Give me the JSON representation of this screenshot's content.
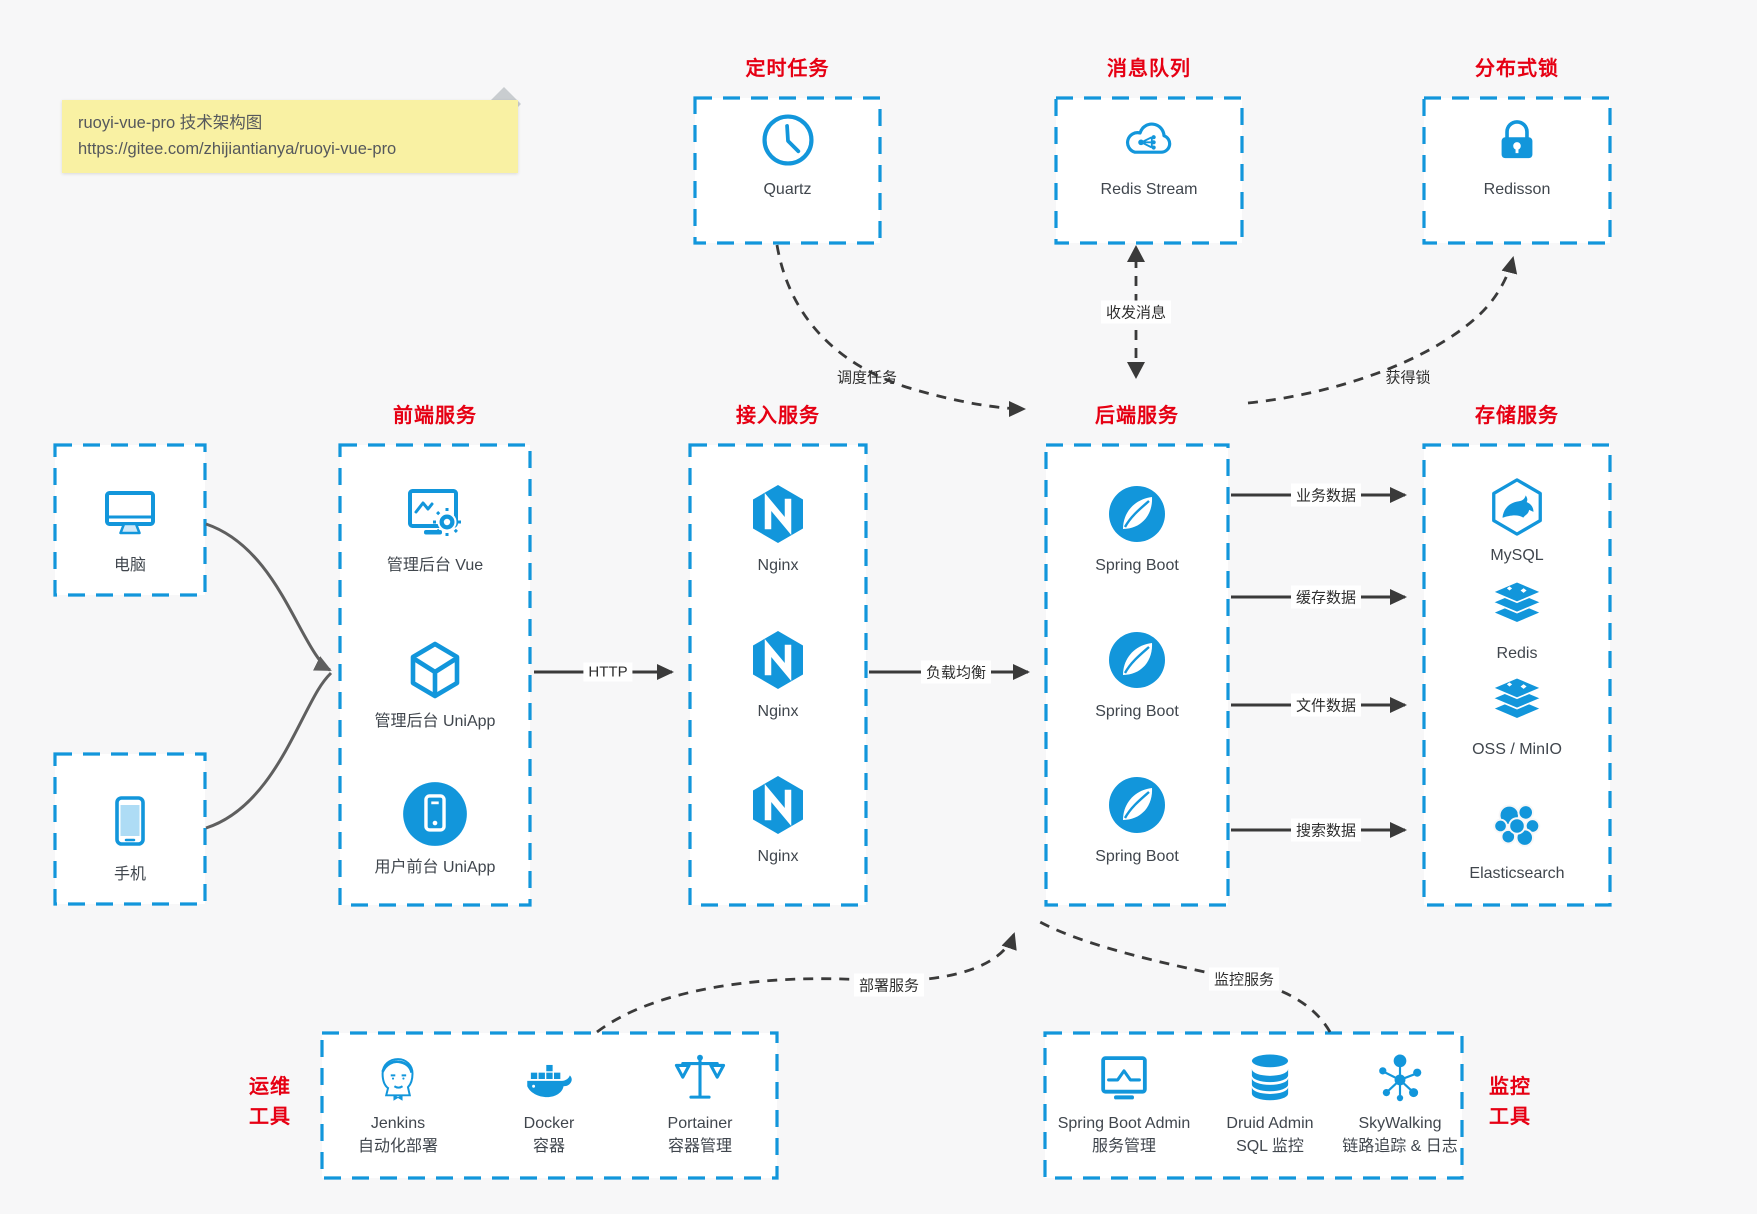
{
  "note": {
    "title": "ruoyi-vue-pro 技术架构图",
    "url": "https://gitee.com/zhijiantianya/ruoyi-vue-pro"
  },
  "colors": {
    "accent_blue": "#1296db",
    "title_red": "#e60013",
    "note_bg": "#f9f1a3",
    "canvas_bg": "#f7f7f8",
    "arrow_dark": "#3a3a3a",
    "curve_gray": "#5f5f5f"
  },
  "top_groups": [
    {
      "title": "定时任务",
      "icon": "clock-icon",
      "label": "Quartz"
    },
    {
      "title": "消息队列",
      "icon": "cloud-stream-icon",
      "label": "Redis Stream"
    },
    {
      "title": "分布式锁",
      "icon": "lock-icon",
      "label": "Redisson"
    }
  ],
  "clients": [
    {
      "icon": "desktop-icon",
      "label": "电脑"
    },
    {
      "icon": "smartphone-icon",
      "label": "手机"
    }
  ],
  "frontend": {
    "title": "前端服务",
    "items": [
      {
        "icon": "admin-monitor-gear-icon",
        "label": "管理后台 Vue"
      },
      {
        "icon": "cube-icon",
        "label": "管理后台 UniApp"
      },
      {
        "icon": "mobile-app-circle-icon",
        "label": "用户前台 UniApp"
      }
    ]
  },
  "gateway": {
    "title": "接入服务",
    "items": [
      {
        "icon": "nginx-icon",
        "label": "Nginx"
      },
      {
        "icon": "nginx-icon",
        "label": "Nginx"
      },
      {
        "icon": "nginx-icon",
        "label": "Nginx"
      }
    ]
  },
  "backend": {
    "title": "后端服务",
    "items": [
      {
        "icon": "spring-leaf-icon",
        "label": "Spring Boot"
      },
      {
        "icon": "spring-leaf-icon",
        "label": "Spring Boot"
      },
      {
        "icon": "spring-leaf-icon",
        "label": "Spring Boot"
      }
    ]
  },
  "storage": {
    "title": "存储服务",
    "items": [
      {
        "icon": "mysql-dolphin-icon",
        "label": "MySQL"
      },
      {
        "icon": "redis-stack-icon",
        "label": "Redis"
      },
      {
        "icon": "storage-stack-icon",
        "label": "OSS / MinIO"
      },
      {
        "icon": "elasticsearch-icon",
        "label": "Elasticsearch"
      }
    ]
  },
  "ops": {
    "title_line1": "运维",
    "title_line2": "工具",
    "items": [
      {
        "icon": "jenkins-butler-icon",
        "name": "Jenkins",
        "desc": "自动化部署"
      },
      {
        "icon": "docker-whale-icon",
        "name": "Docker",
        "desc": "容器"
      },
      {
        "icon": "portainer-scales-icon",
        "name": "Portainer",
        "desc": "容器管理"
      }
    ]
  },
  "monitoring": {
    "title_line1": "监控",
    "title_line2": "工具",
    "items": [
      {
        "icon": "monitor-pulse-icon",
        "name": "Spring Boot Admin",
        "desc": "服务管理"
      },
      {
        "icon": "database-icon",
        "name": "Druid Admin",
        "desc": "SQL 监控"
      },
      {
        "icon": "skywalking-network-icon",
        "name": "SkyWalking",
        "desc": "链路追踪 & 日志"
      }
    ]
  },
  "edges": {
    "http": "HTTP",
    "load_balance": "负载均衡",
    "schedule": "调度任务",
    "message": "收发消息",
    "lock": "获得锁",
    "business": "业务数据",
    "cache": "缓存数据",
    "file": "文件数据",
    "search": "搜索数据",
    "deploy": "部署服务",
    "monitor": "监控服务"
  }
}
